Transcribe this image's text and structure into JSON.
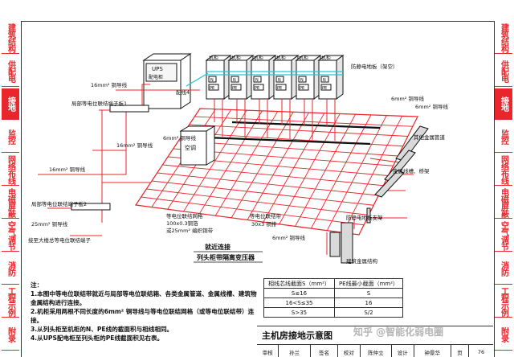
{
  "sidebar_left": [
    "建筑结构",
    "供配电",
    "接地",
    "监控",
    "网络布线",
    "电磁屏蔽",
    "空气调节",
    "消防",
    "工程示例",
    "附录"
  ],
  "sidebar_right": [
    "建筑结构",
    "供配电",
    "接地",
    "监控",
    "网络布线",
    "电磁屏蔽",
    "空气调节",
    "消防",
    "工程示例",
    "附录"
  ],
  "active_tab": "接地",
  "labels": {
    "ups": "UPS\n配电柜",
    "cab": "机柜",
    "ne": "N",
    "pe": "PE",
    "ac": "空调",
    "lightning_sl": "防静电地板（架空）",
    "wire16_a": "16mm² 铜导线",
    "local_bar1": "局部等电位联结端子板1",
    "local_bar2": "局部等电位联结端子板2",
    "wire16_b": "16mm² 铜导线",
    "wire16_c": "16mm² 铜导线",
    "wire6_a": "6mm² 铜导线",
    "wire6_b": "6mm² 铜导线",
    "wire6_c": "6mm² 铜导线",
    "wire6_d": "6mm² 铜导线",
    "wire25": "25mm² 铜导线",
    "building_bar": "接至大楼总等电位联结端子",
    "metal_pipe": "其他金属管道",
    "metal_tray": "金属线槽、桥架",
    "grid": "等电位联结网格",
    "grid_spec": "100x0.3铜箔",
    "grid_spec2": "或25mm² 编织铜带",
    "strip": "等电位联结带",
    "strip_spec": "30x3 铜排",
    "floor_support": "防静电地板支架",
    "metal_struct": "建筑金属结构",
    "cable4": "配线4",
    "near_conn": "就近连接",
    "line_head": "列头柜带隔离变压器"
  },
  "notes": {
    "head": "注：",
    "items": [
      "1.本图中等电位联结带就近与局部等电位联结箱、各类金属管道、金属线槽、建筑物金属结构进行连接。",
      "2.机柜采用两根不同长度的6mm² 铜导线与等电位联结网格（或等电位联结带）连接。",
      "3.从列头柜至机柜的N、PE线的截面积与相线相同。",
      "4.从UPS配电柜至列头柜的PE线截面积见右表。"
    ]
  },
  "spec_table": {
    "header": [
      "相线芯线截面S（mm²）",
      "PE线最小截面（mm²）"
    ],
    "rows": [
      [
        "S≤16",
        "S"
      ],
      [
        "16<S≤35",
        "16"
      ],
      [
        "S>35",
        "S/2"
      ]
    ]
  },
  "title_block": {
    "title": "主机房接地示意图",
    "page": "76",
    "cells": [
      "审核",
      "孙兰",
      "签名",
      "校对",
      "陈仲立",
      "设计",
      "钟景华",
      "页"
    ]
  },
  "watermark": "知乎 @智能化弱电圈"
}
